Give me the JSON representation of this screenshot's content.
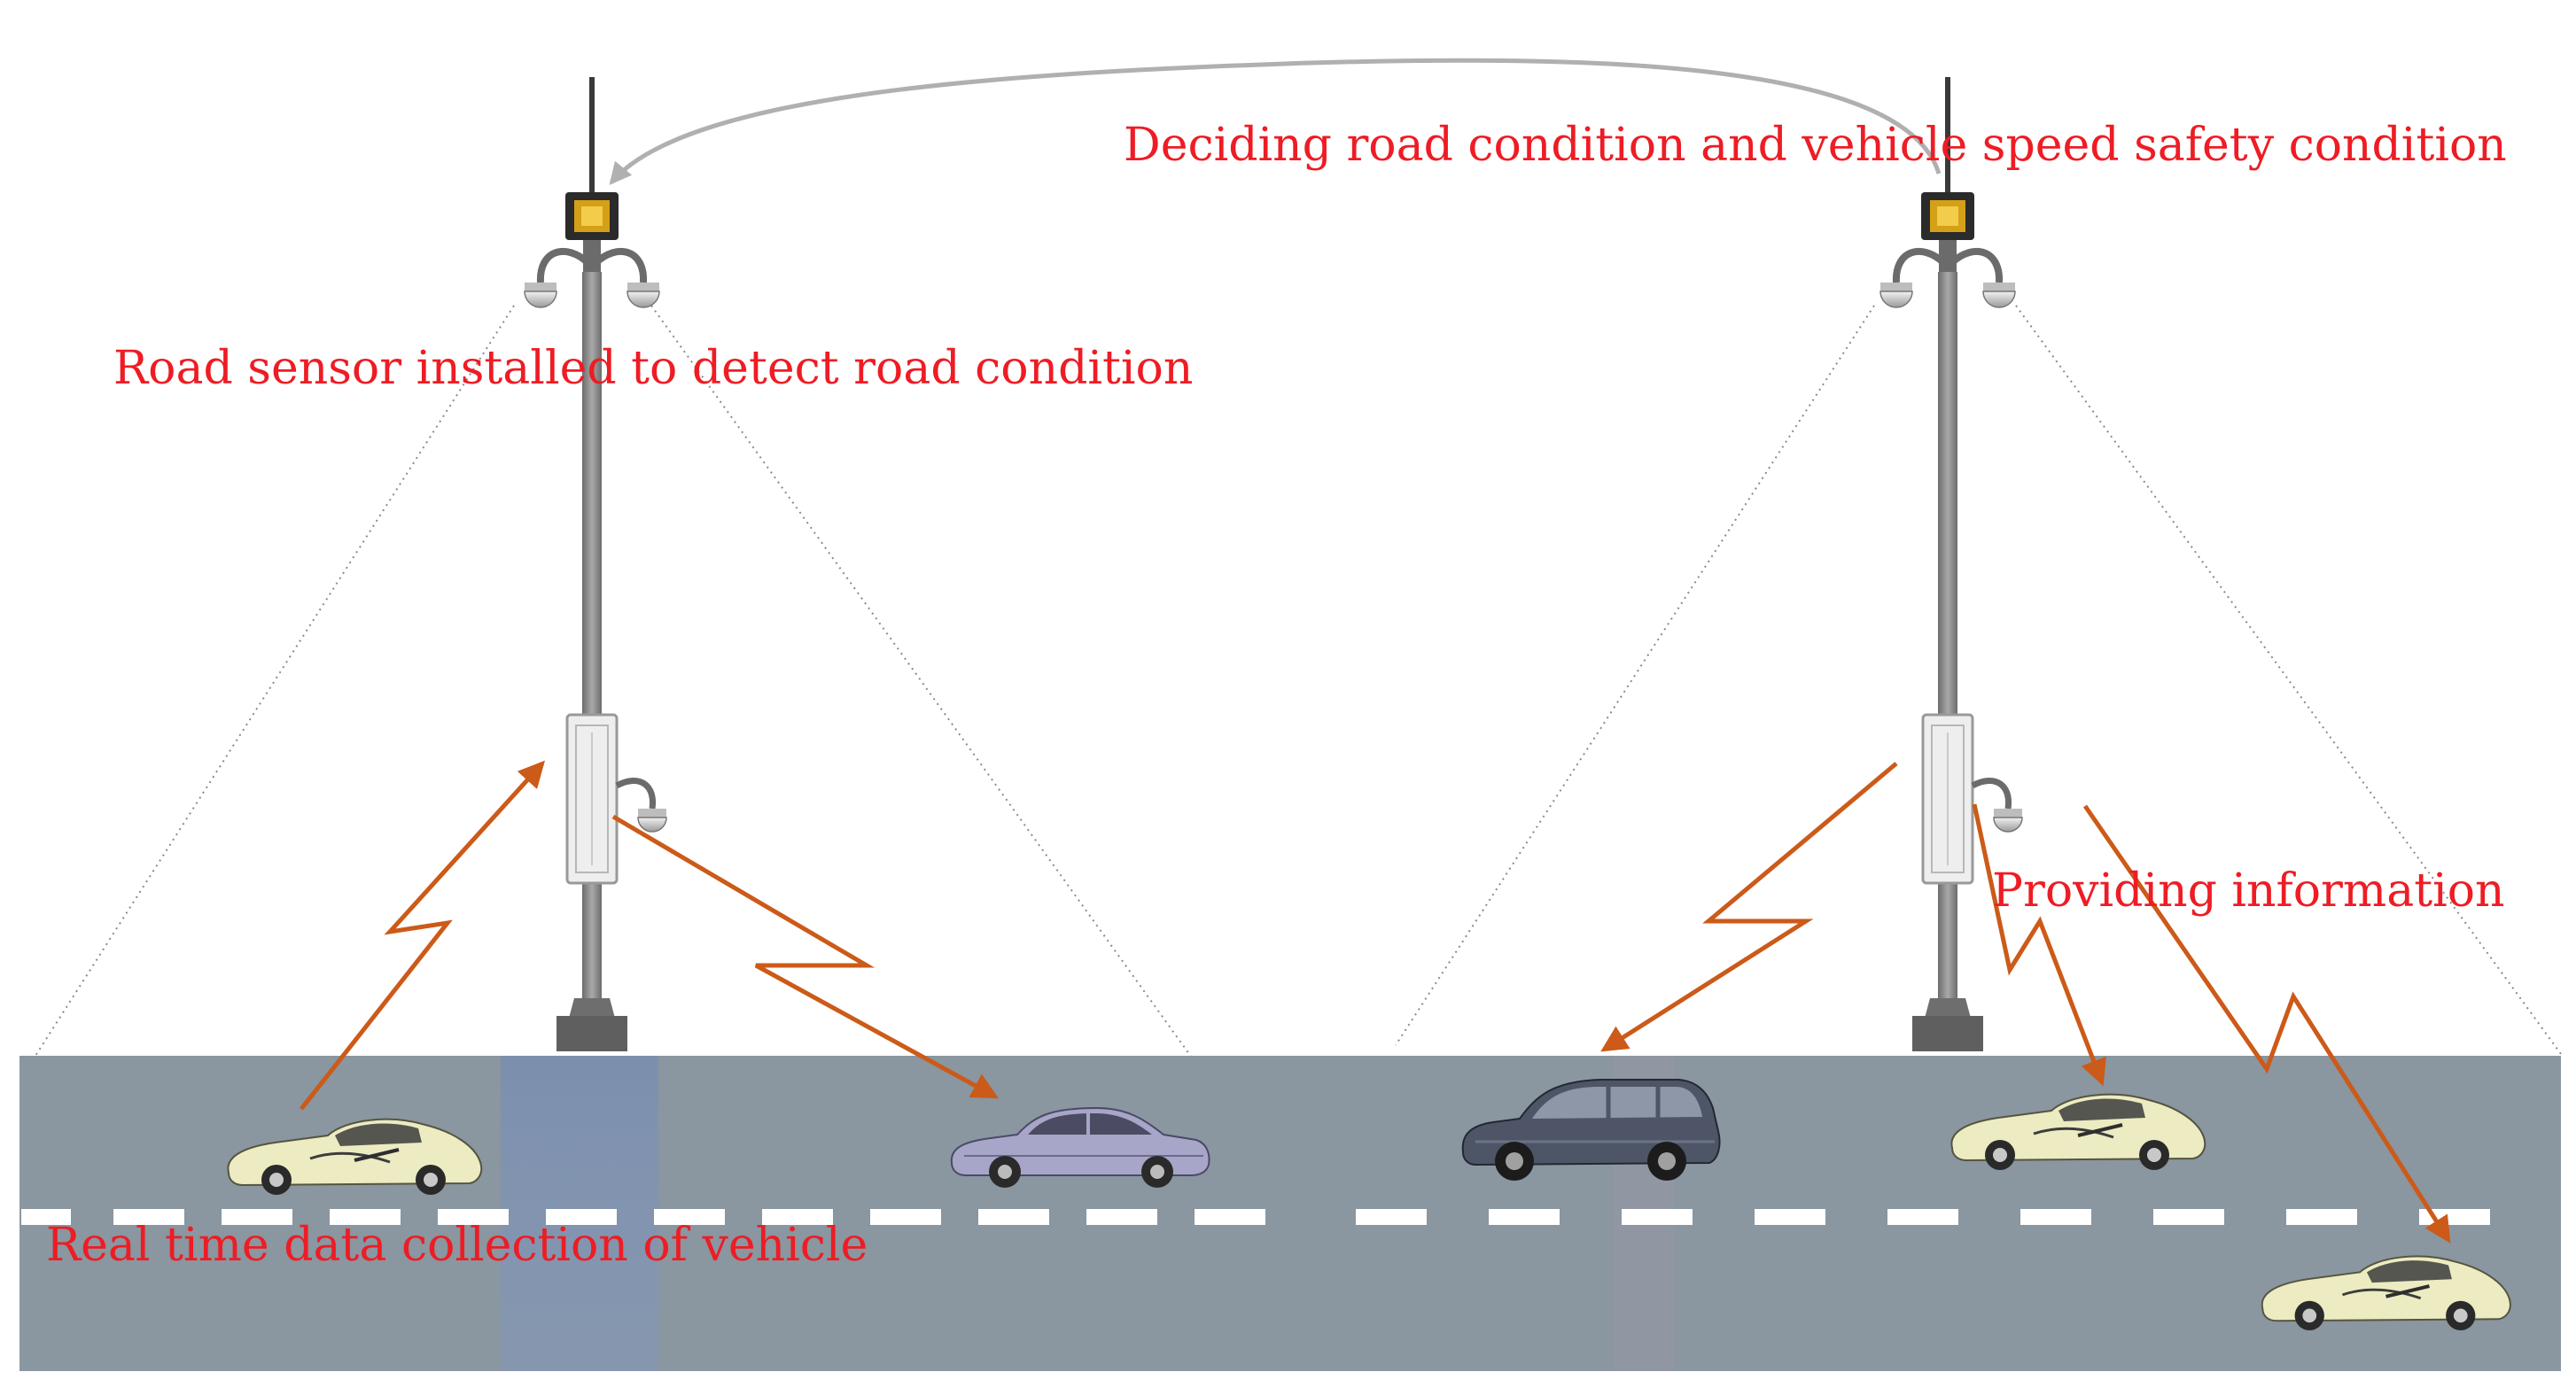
{
  "labels": {
    "deciding": "Deciding road condition and vehicle speed safety condition",
    "sensor": "Road sensor installed to detect road condition",
    "providing": "Providing information",
    "realtime": "Real time data collection of vehicle"
  },
  "colors": {
    "label_text": "#ee1c24",
    "road": "#8a96a0",
    "lane_marking": "#ffffff",
    "pole": "#7e7e7e",
    "signal_arrow": "#cc5a18",
    "feedback_arrow": "#b0b0b0",
    "coverage_line": "#8a8a8a",
    "sensor_box": "#d4a017",
    "sports_car_body": "#ecebc2",
    "sedan_body": "#a7a6c8",
    "suv_body": "#4d5566"
  },
  "icons": {
    "lamp_post": "street-lamp-pole-icon",
    "road_sensor": "road-sensor-icon",
    "camera": "dome-camera-icon",
    "controller": "roadside-cabinet-icon",
    "vehicle_sports": "sports-car-icon",
    "vehicle_sedan": "sedan-icon",
    "vehicle_suv": "suv-icon"
  }
}
